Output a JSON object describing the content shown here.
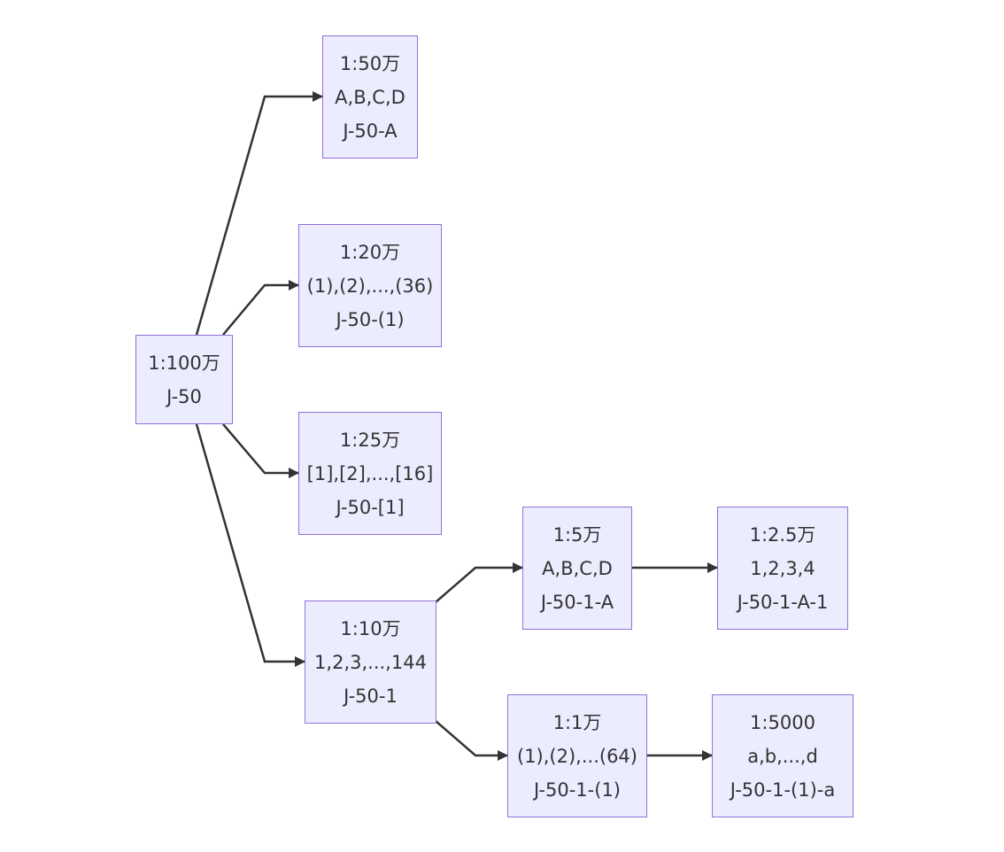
{
  "colors": {
    "node_fill": "#ececff",
    "node_border": "#9370db",
    "edge": "#333333",
    "text": "#333333"
  },
  "nodes": {
    "n100w": {
      "lines": [
        "1:100万",
        "J-50"
      ]
    },
    "n50w": {
      "lines": [
        "1:50万",
        "A,B,C,D",
        "J-50-A"
      ]
    },
    "n20w": {
      "lines": [
        "1:20万",
        "(1),(2),...,(36)",
        "J-50-(1)"
      ]
    },
    "n25w": {
      "lines": [
        "1:25万",
        "[1],[2],...,[16]",
        "J-50-[1]"
      ]
    },
    "n10w": {
      "lines": [
        "1:10万",
        "1,2,3,...,144",
        "J-50-1"
      ]
    },
    "n5w": {
      "lines": [
        "1:5万",
        "A,B,C,D",
        "J-50-1-A"
      ]
    },
    "n2_5w": {
      "lines": [
        "1:2.5万",
        "1,2,3,4",
        "J-50-1-A-1"
      ]
    },
    "n1w": {
      "lines": [
        "1:1万",
        "(1),(2),...(64)",
        "J-50-1-(1)"
      ]
    },
    "n5000": {
      "lines": [
        "1:5000",
        "a,b,...,d",
        "J-50-1-(1)-a"
      ]
    }
  },
  "edges": [
    {
      "from": "n100w",
      "to": "n50w"
    },
    {
      "from": "n100w",
      "to": "n20w"
    },
    {
      "from": "n100w",
      "to": "n25w"
    },
    {
      "from": "n100w",
      "to": "n10w"
    },
    {
      "from": "n10w",
      "to": "n5w"
    },
    {
      "from": "n10w",
      "to": "n1w"
    },
    {
      "from": "n5w",
      "to": "n2_5w"
    },
    {
      "from": "n1w",
      "to": "n5000"
    }
  ]
}
